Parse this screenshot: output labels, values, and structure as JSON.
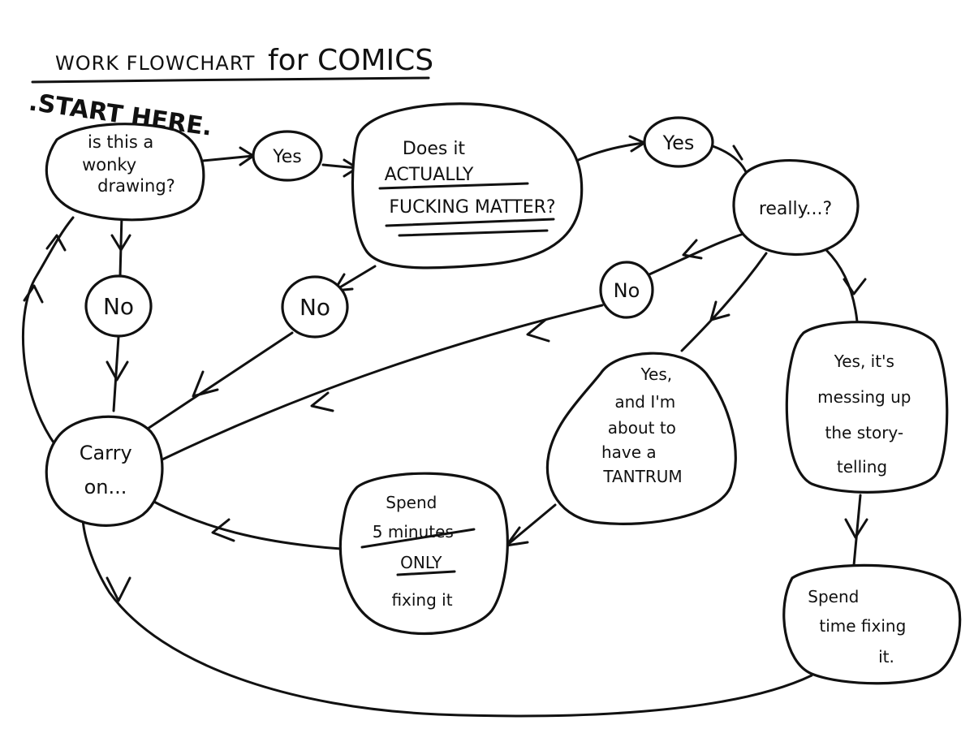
{
  "title": {
    "prefix": "WORK FLOWCHART",
    "suffix": "for COMICS"
  },
  "start_label": ".START HERE.",
  "nodes": {
    "start": [
      "is this a",
      "wonky",
      "drawing?"
    ],
    "yes1": [
      "Yes"
    ],
    "matter": [
      "Does it",
      "ACTUALLY",
      "FUCKING MATTER?"
    ],
    "yes2": [
      "Yes"
    ],
    "really": [
      "really...?"
    ],
    "no1": [
      "No"
    ],
    "no2": [
      "No"
    ],
    "no3": [
      "No"
    ],
    "carry": [
      "Carry",
      "on..."
    ],
    "tantrum": [
      "Yes,",
      "and I'm",
      "about to",
      "have a",
      "TANTRUM"
    ],
    "story": [
      "Yes, it's",
      "messing up",
      "the story-",
      "telling"
    ],
    "spend5": [
      "Spend",
      "5 minutes",
      "ONLY",
      "fixing it"
    ],
    "spendtime": [
      "Spend",
      "time fixing",
      "it."
    ]
  }
}
